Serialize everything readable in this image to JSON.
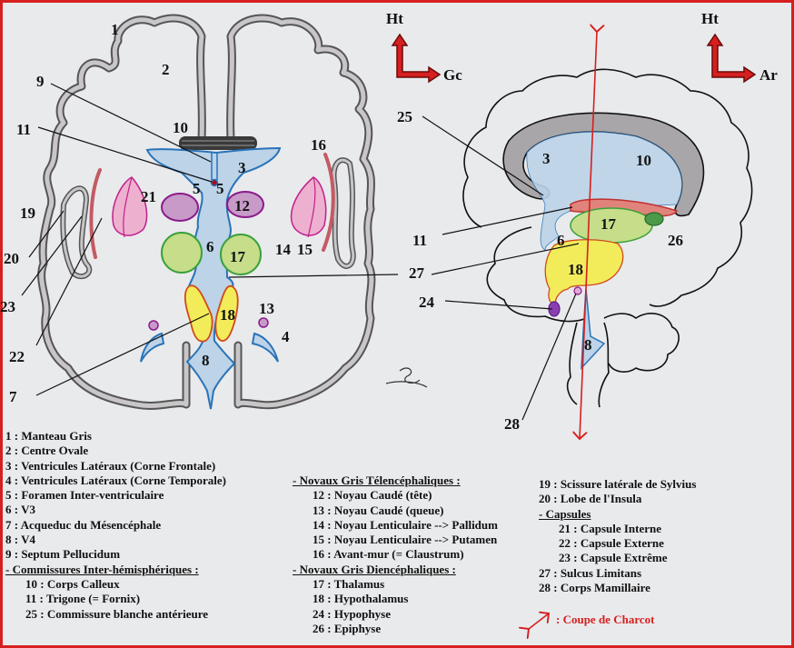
{
  "diagram": {
    "orientation_left": {
      "up": "Ht",
      "side": "Gc"
    },
    "orientation_right": {
      "up": "Ht",
      "side": "Ar"
    },
    "coronal_labels": [
      "1",
      "2",
      "9",
      "10",
      "11",
      "3",
      "5",
      "5",
      "21",
      "12",
      "16",
      "19",
      "20",
      "23",
      "22",
      "6",
      "17",
      "14",
      "15",
      "13",
      "4",
      "18",
      "8",
      "7"
    ],
    "sagittal_labels": [
      "25",
      "3",
      "10",
      "11",
      "17",
      "26",
      "6",
      "27",
      "18",
      "24",
      "8",
      "28"
    ]
  },
  "legend": {
    "col1": [
      {
        "text": "1 : Manteau Gris",
        "style": "item"
      },
      {
        "text": "2 : Centre Ovale",
        "style": "item"
      },
      {
        "text": "3 : Ventricules Latéraux (Corne Frontale)",
        "style": "item"
      },
      {
        "text": "4 : Ventricules Latéraux (Corne Temporale)",
        "style": "item"
      },
      {
        "text": "5 : Foramen Inter-ventriculaire",
        "style": "item"
      },
      {
        "text": "6 : V3",
        "style": "item"
      },
      {
        "text": "7 : Acqueduc du Mésencéphale",
        "style": "item"
      },
      {
        "text": "8 : V4",
        "style": "item"
      },
      {
        "text": "9 : Septum Pellucidum",
        "style": "item"
      },
      {
        "text": "- Commissures Inter-hémisphériques :",
        "style": "hdr"
      },
      {
        "text": "10 : Corps Calleux",
        "style": "ind"
      },
      {
        "text": "11 : Trigone (= Fornix)",
        "style": "ind"
      },
      {
        "text": "25 : Commissure blanche antérieure",
        "style": "ind"
      }
    ],
    "col2": [
      {
        "text": "- Novaux Gris Télencéphaliques :",
        "style": "hdr"
      },
      {
        "text": "12 : Noyau Caudé (tête)",
        "style": "ind"
      },
      {
        "text": "13 : Noyau Caudé (queue)",
        "style": "ind"
      },
      {
        "text": "14 : Noyau Lenticulaire --> Pallidum",
        "style": "ind"
      },
      {
        "text": "15 : Noyau Lenticulaire --> Putamen",
        "style": "ind"
      },
      {
        "text": "16 : Avant-mur (= Claustrum)",
        "style": "ind"
      },
      {
        "text": "- Novaux Gris Diencéphaliques :",
        "style": "hdr"
      },
      {
        "text": "17 : Thalamus",
        "style": "ind"
      },
      {
        "text": "18 : Hypothalamus",
        "style": "ind"
      },
      {
        "text": "24 : Hypophyse",
        "style": "ind"
      },
      {
        "text": "26 : Epiphyse",
        "style": "ind"
      }
    ],
    "col3": [
      {
        "text": "19 : Scissure latérale de Sylvius",
        "style": "item"
      },
      {
        "text": "20 : Lobe de l'Insula",
        "style": "item"
      },
      {
        "text": "- Capsules",
        "style": "hdr"
      },
      {
        "text": "21 : Capsule Interne",
        "style": "ind"
      },
      {
        "text": "22 : Capsule Externe",
        "style": "ind"
      },
      {
        "text": "23 : Capsule Extrême",
        "style": "ind"
      },
      {
        "text": "27 : Sulcus Limitans",
        "style": "item"
      },
      {
        "text": "28 : Corps Mamillaire",
        "style": "item"
      }
    ],
    "charcot": ": Coupe de Charcot"
  },
  "colors": {
    "frame": "#d61f1f",
    "ventricle": "#bcd3e8",
    "ventricle_edge": "#2a73b8",
    "thalamus": "#c6dd8a",
    "hypothalamus": "#f2ec5a",
    "caudate": "#c79ac8",
    "lenticular": "#eeb0cf",
    "claustrum": "#c45a64",
    "fornix": "#e0837a",
    "epiphyse": "#4a9a4a",
    "hypophyse": "#8a3fb0",
    "cortex": "#8c8a8c"
  }
}
